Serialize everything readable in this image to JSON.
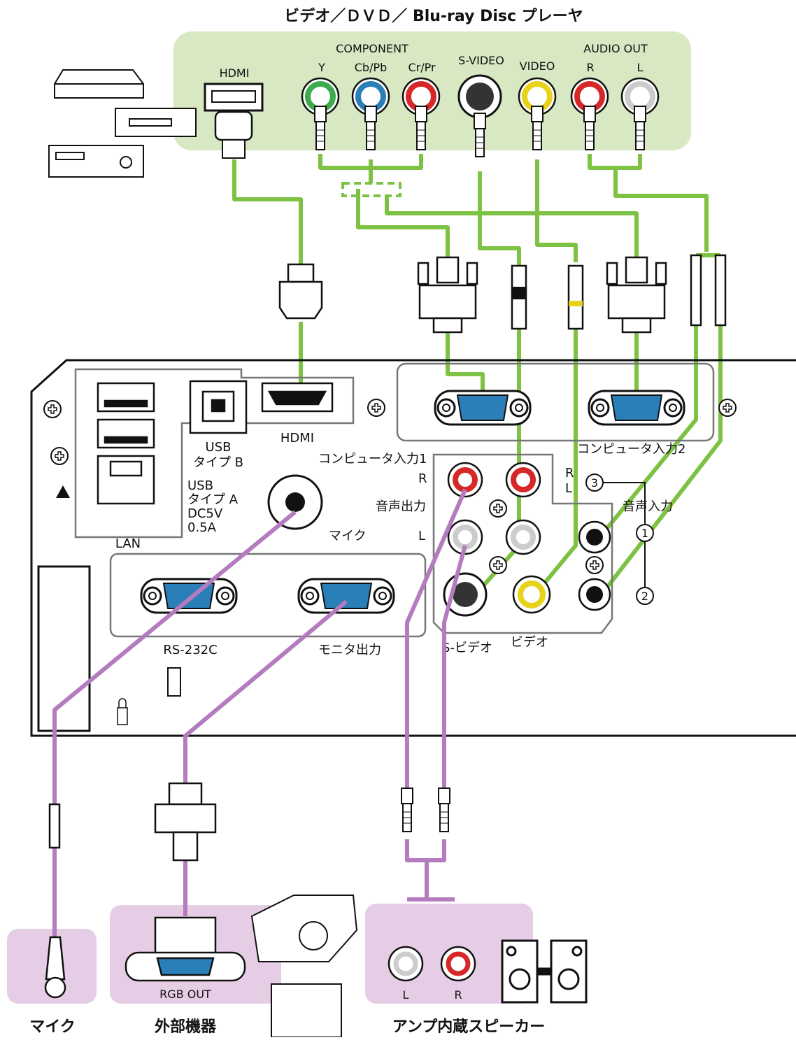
{
  "source": {
    "title": "ビデオ／ＤＶＤ／ Blu-ray Disc プレーヤ",
    "hdmi": "HDMI",
    "component": "COMPONENT",
    "y": "Y",
    "cb": "Cb/Pb",
    "cr": "Cr/Pr",
    "svideo": "S-VIDEO",
    "video": "VIDEO",
    "audio_out": "AUDIO OUT",
    "audio_r": "R",
    "audio_l": "L"
  },
  "panel": {
    "usb_b": "USB",
    "usb_b2": "タイプ B",
    "usb_a": "USB",
    "usb_a2": "タイプ A",
    "usb_a3": "DC5V",
    "usb_a4": "0.5A",
    "lan": "LAN",
    "hdmi": "HDMI",
    "computer_in1": "コンピュータ入力1",
    "computer_in2": "コンピュータ入力2",
    "audio_out": "音声出力",
    "audio_in": "音声入力",
    "r": "R",
    "l": "L",
    "r2": "R",
    "l2": "L",
    "mic": "マイク",
    "rs232c": "RS-232C",
    "monitor_out": "モニタ出力",
    "svideo": "S-ビデオ",
    "video": "ビデオ",
    "num1": "1",
    "num2": "2",
    "num3": "3"
  },
  "devices": {
    "rgb_out": "RGB OUT",
    "amp_l": "L",
    "amp_r": "R"
  },
  "captions": {
    "mic": "マイク",
    "external": "外部機器",
    "speaker": "アンプ内蔵スピーカー"
  },
  "colors": {
    "green_cable": "#7dc242",
    "purple_cable": "#b57bbf",
    "green_bg": "#d7e8c3",
    "purple_bg": "#e6cde6"
  }
}
